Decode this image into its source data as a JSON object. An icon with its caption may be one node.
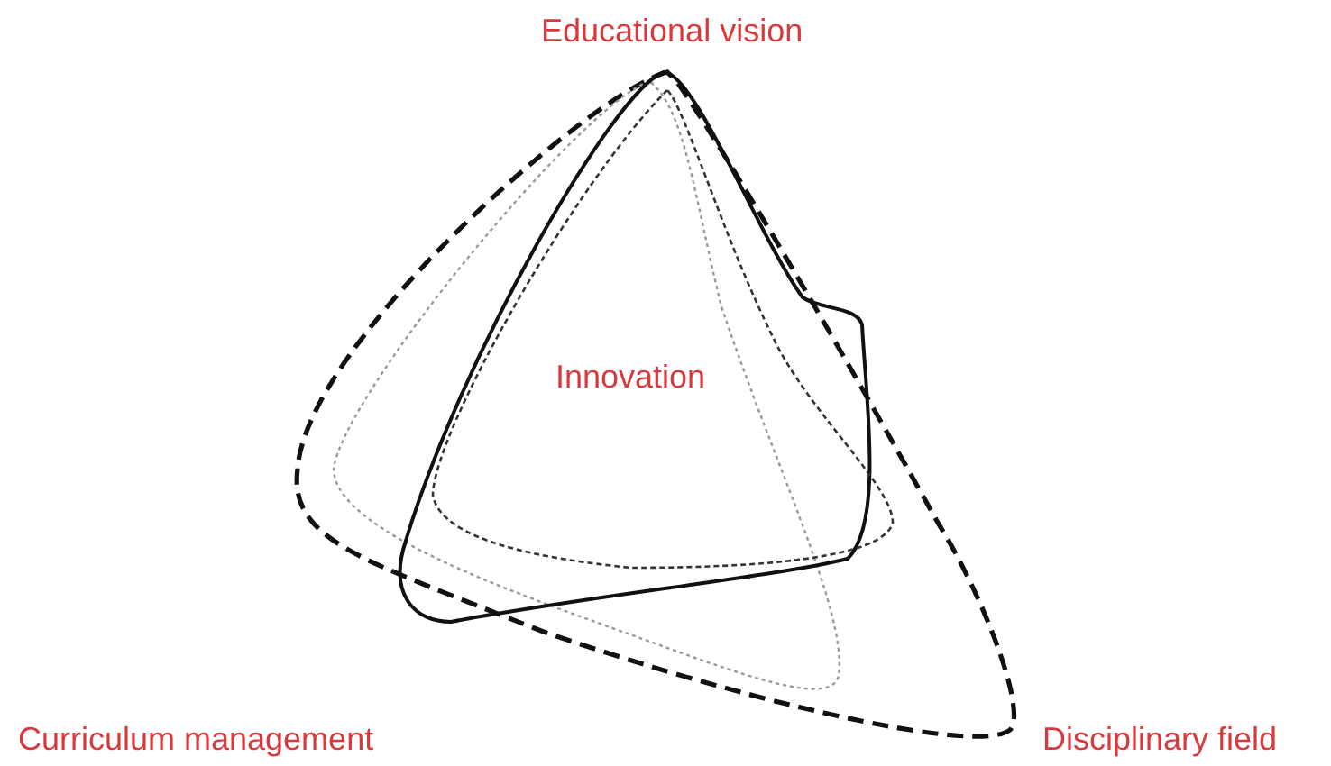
{
  "diagram": {
    "labels": [
      "Educational vision",
      "Innovation",
      "Curriculum management",
      "Disciplinary field"
    ]
  }
}
